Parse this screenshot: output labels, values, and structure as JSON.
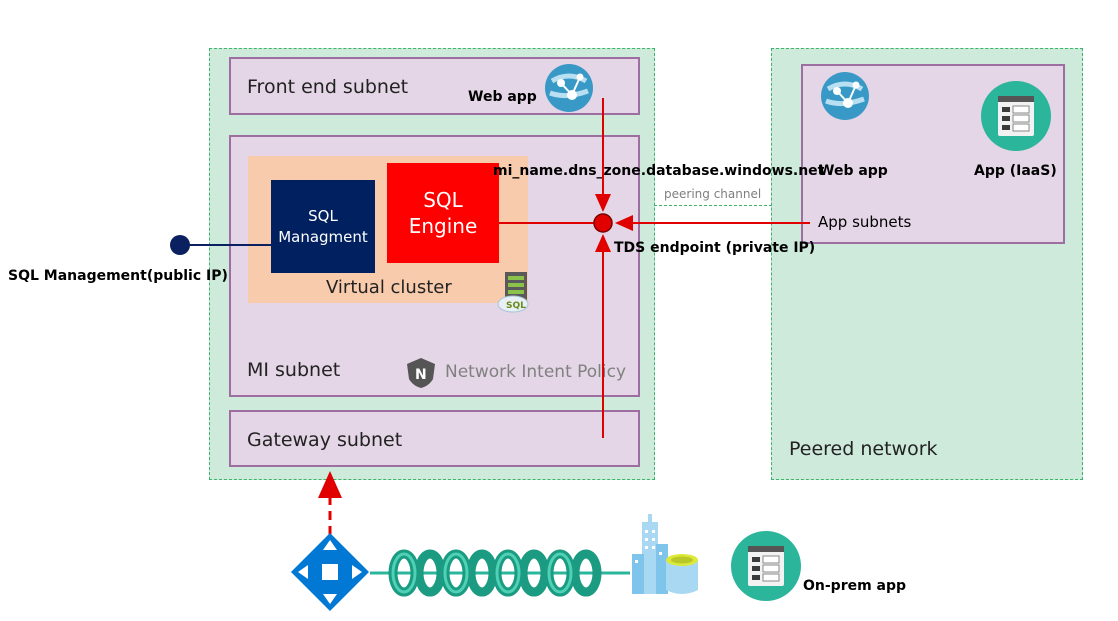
{
  "vnet": {
    "front_end_subnet": "Front end subnet",
    "mi_subnet": "MI subnet",
    "gateway_subnet": "Gateway subnet",
    "virtual_cluster": "Virtual cluster",
    "sql_management_line1": "SQL",
    "sql_management_line2": "Managment",
    "sql_engine_line1": "SQL",
    "sql_engine_line2": "Engine",
    "network_intent_policy": "Network Intent Policy",
    "web_app": "Web app",
    "dns_name": "mi_name.dns_zone.database.windows.net",
    "tds_endpoint": "TDS endpoint (private IP)"
  },
  "peered": {
    "peering_channel": "peering channel",
    "web_app": "Web app",
    "app_iaas": "App (IaaS)",
    "app_subnets": "App subnets",
    "peered_network": "Peered network"
  },
  "external": {
    "sql_management_public": "SQL Management(public IP)",
    "on_prem_app": "On-prem app"
  },
  "colors": {
    "vnet_fill": "#cdeadb",
    "vnet_border": "#3db36b",
    "subnet_fill": "#e4d6e6",
    "subnet_border": "#9c6fa0",
    "cluster_fill": "#f8cbad",
    "sql_management": "#002060",
    "sql_engine": "#ff0000",
    "connection_red": "#e00000",
    "public_ip_navy": "#0b2060",
    "teal": "#2bb59a",
    "azure_blue": "#0078d4"
  },
  "icons": [
    "web-app-icon",
    "app-iaas-icon",
    "sql-server-icon",
    "network-policy-shield-icon",
    "gateway-router-icon",
    "vpn-tunnel-icon",
    "on-prem-building-icon",
    "on-prem-database-icon",
    "on-prem-app-icon"
  ]
}
